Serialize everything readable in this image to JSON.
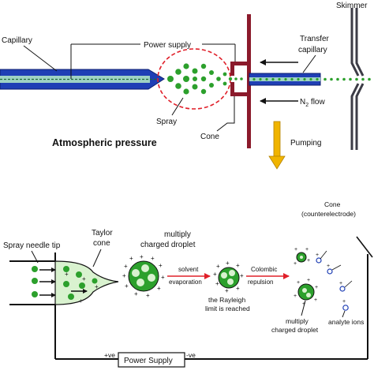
{
  "top": {
    "labels": {
      "capillary": "Capillary",
      "power_supply": "Power supply",
      "skimmer": "Skimmer",
      "transfer_capillary_1": "Transfer",
      "transfer_capillary_2": "capillary",
      "n2_flow_prefix": "N",
      "n2_flow_sub": "2",
      "n2_flow_suffix": " flow",
      "spray": "Spray",
      "cone": "Cone",
      "atmospheric_pressure": "Atmospheric pressure",
      "pumping": "Pumping"
    },
    "colors": {
      "capillary_blue": "#1f3fb5",
      "spray_green": "#2ca02c",
      "cone_brown": "#8b1a2b",
      "dashed_red": "#e0202a",
      "pumping_arrow": "#f0b400",
      "skimmer_gray": "#3c3c46"
    }
  },
  "bottom": {
    "labels": {
      "spray_needle_tip": "Spray needle tip",
      "taylor_cone_1": "Taylor",
      "taylor_cone_2": "cone",
      "multiply_charged_droplet_1": "multiply",
      "multiply_charged_droplet_2": "charged droplet",
      "solvent_evaporation_1": "solvent",
      "solvent_evaporation_2": "evaporation",
      "rayleigh_1": "the Rayleigh",
      "rayleigh_2": "limit is reached",
      "colombic_repulsion_1": "Colombic",
      "colombic_repulsion_2": "repulsion",
      "multiply_charged_droplet2_1": "multiply",
      "multiply_charged_droplet2_2": "charged droplet",
      "cone_1": "Cone",
      "cone_2": "(counterelectrode)",
      "analyte_ions": "analyte ions",
      "power_supply": "Power Supply",
      "plus_ve": "+ve",
      "minus_ve": "-ve"
    },
    "colors": {
      "droplet_green": "#2ca02c",
      "process_arrow_red": "#e0202a",
      "ion_blue": "#1f3fb5"
    }
  }
}
